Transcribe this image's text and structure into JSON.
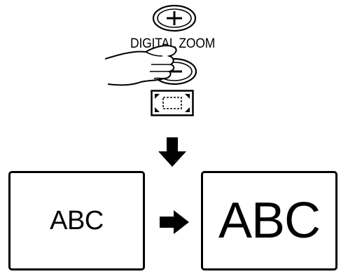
{
  "controls": {
    "zoom_label": "DIGITAL ZOOM",
    "plus_icon": "plus-circle-icon",
    "minus_icon": "minus-circle-icon",
    "frame_icon": "zoom-frame-icon",
    "hand_icon": "pressing-hand-icon"
  },
  "illustration": {
    "before_text": "ABC",
    "after_text": "ABC",
    "down_arrow_icon": "arrow-down-icon",
    "right_arrow_icon": "arrow-right-icon"
  }
}
